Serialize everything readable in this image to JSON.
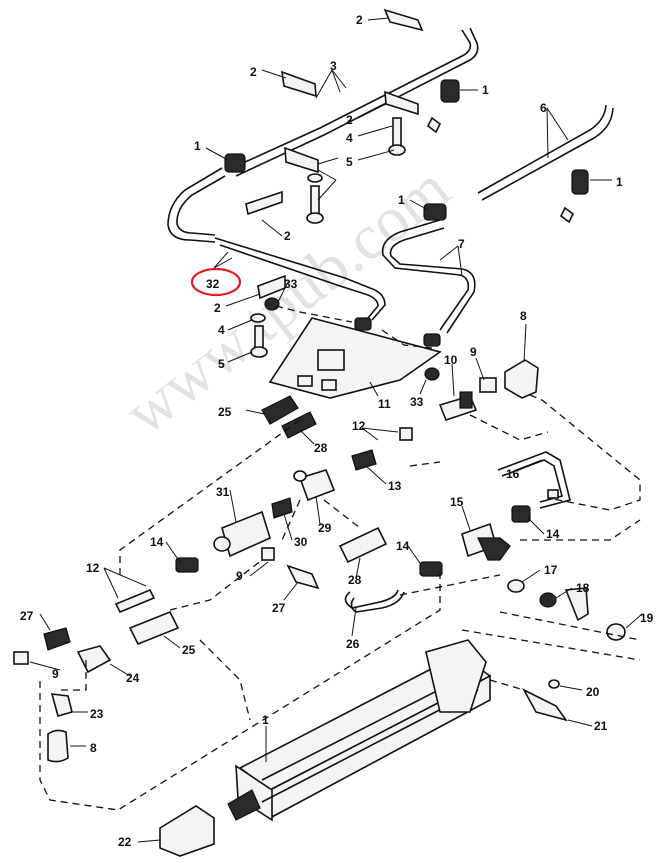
{
  "watermark": "www.tpub.com",
  "highlight_color": "#d81f26",
  "highlighted_callout": "32",
  "callouts": {
    "c1a": "1",
    "c1b": "1",
    "c1c": "1",
    "c1d": "1",
    "c1e": "1",
    "c2a": "2",
    "c2b": "2",
    "c2c": "2",
    "c2d": "2",
    "c2e": "2",
    "c3": "3",
    "c4a": "4",
    "c4b": "4",
    "c5a": "5",
    "c5b": "5",
    "c6": "6",
    "c7": "7",
    "c8a": "8",
    "c8b": "8",
    "c9a": "9",
    "c9b": "9",
    "c9c": "9",
    "c10": "10",
    "c11": "11",
    "c12a": "12",
    "c12b": "12",
    "c13": "13",
    "c14a": "14",
    "c14b": "14",
    "c14c": "14",
    "c15": "15",
    "c16": "16",
    "c17": "17",
    "c18": "18",
    "c19": "19",
    "c20": "20",
    "c21": "21",
    "c22": "22",
    "c23": "23",
    "c24": "24",
    "c25a": "25",
    "c25b": "25",
    "c26": "26",
    "c27a": "27",
    "c27b": "27",
    "c28a": "28",
    "c28b": "28",
    "c29": "29",
    "c30": "30",
    "c31": "31",
    "c32": "32",
    "c33a": "33",
    "c33b": "33"
  }
}
